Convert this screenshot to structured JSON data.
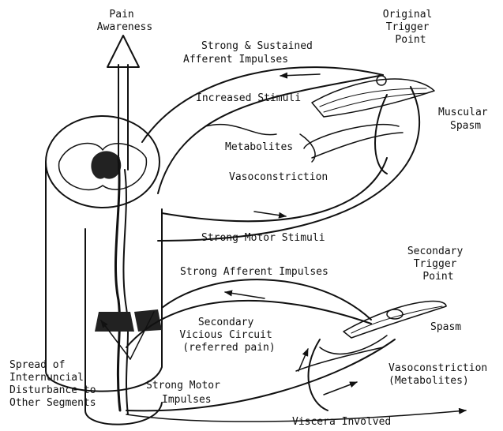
{
  "labels": {
    "pain_awareness": [
      "Pain",
      "Awareness"
    ],
    "original_trigger_point": [
      "Original",
      "Trigger",
      "Point"
    ],
    "strong_sustained_afferent": [
      "Strong & Sustained",
      "Afferent Impulses"
    ],
    "increased_stimuli": "Increased Stimuli",
    "muscular_spasm": [
      "Muscular",
      "Spasm"
    ],
    "metabolites": "Metabolites",
    "vasoconstriction_top": "Vasoconstriction",
    "strong_motor_stimuli": "Strong Motor Stimuli",
    "secondary_trigger_point": [
      "Secondary",
      "Trigger",
      "Point"
    ],
    "strong_afferent_impulses": "Strong Afferent Impulses",
    "spasm": "Spasm",
    "secondary_vicious_circuit": [
      "Secondary",
      "Vicious Circuit",
      "(referred pain)"
    ],
    "vasoconstriction_bottom": [
      "Vasoconstriction",
      "(Metabolites)"
    ],
    "spread_disturbance": [
      "Spread of",
      "Internuncial",
      "Disturbance to",
      "Other Segments"
    ],
    "strong_motor_impulses": [
      "Strong Motor",
      "Impulses"
    ],
    "viscera_involved": "Viscera Involved"
  }
}
